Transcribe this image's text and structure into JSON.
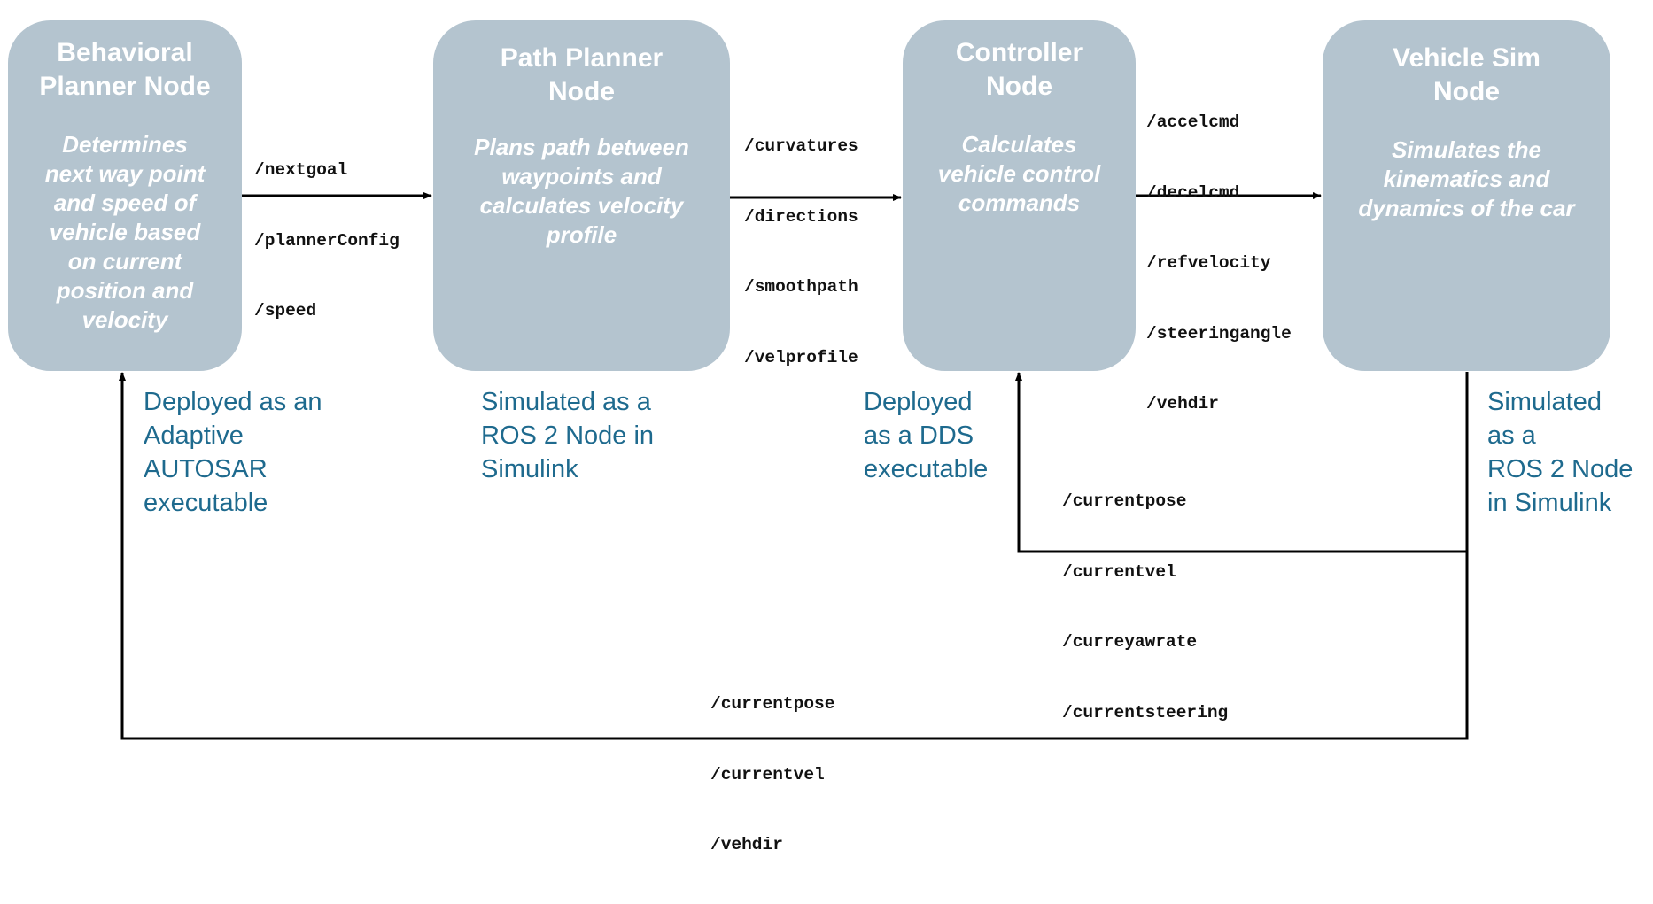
{
  "nodes": [
    {
      "id": "behavioral",
      "title": "Behavioral\nPlanner Node",
      "description": "Determines\nnext way point\nand speed of\nvehicle based\non current\nposition and\nvelocity"
    },
    {
      "id": "path",
      "title": "Path Planner\nNode",
      "description": "Plans path between\nwaypoints and\ncalculates velocity\nprofile"
    },
    {
      "id": "controller",
      "title": "Controller\nNode",
      "description": "Calculates\nvehicle control\ncommands"
    },
    {
      "id": "vehicle",
      "title": "Vehicle Sim\nNode",
      "description": "Simulates the\nkinematics and\ndynamics of the car"
    }
  ],
  "topics": {
    "behavioral_to_path": [
      "/nextgoal",
      "/plannerConfig",
      "/speed"
    ],
    "path_to_controller": [
      "/curvatures",
      "/directions",
      "/smoothpath",
      "/velprofile"
    ],
    "controller_to_vehicle": [
      "/accelcmd",
      "/decelcmd",
      "/refvelocity",
      "/steeringangle",
      "/vehdir"
    ],
    "vehicle_to_controller": [
      "/currentpose",
      "/currentvel",
      "/curreyawrate",
      "/currentsteering"
    ],
    "vehicle_to_behavioral": [
      "/currentpose",
      "/currentvel",
      "/vehdir"
    ]
  },
  "deployments": {
    "behavioral": "Deployed as an\nAdaptive\nAUTOSAR\nexecutable",
    "path": "Simulated as a\nROS 2 Node in\nSimulink",
    "controller": "Deployed\nas a DDS\nexecutable",
    "vehicle": "Simulated\nas a\nROS 2 Node\nin Simulink"
  },
  "colors": {
    "node_fill": "#b4c4cf",
    "node_text": "#ffffff",
    "deploy_text": "#1e6a8e",
    "line": "#000000"
  }
}
